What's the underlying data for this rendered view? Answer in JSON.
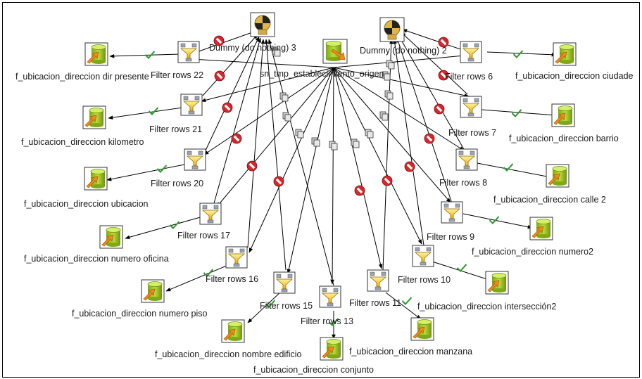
{
  "canvas": {
    "source": "sn_tmp_establecimiento_origen",
    "dummies": [
      "Dummy (do nothing) 3",
      "Dummy (do nothing) 2"
    ],
    "filters": [
      "Filter rows 22",
      "Filter rows 21",
      "Filter rows 20",
      "Filter rows 17",
      "Filter rows 16",
      "Filter rows 15",
      "Filter rows 13",
      "Filter rows 11",
      "Filter rows 10",
      "Filter rows 9",
      "Filter rows 8",
      "Filter rows 7",
      "Filter rows 6"
    ],
    "outputs": [
      "f_ubicacion_direccion dir presente",
      "f_ubicacion_direccion kilometro",
      "f_ubicacion_direccion ubicacion",
      "f_ubicacion_direccion numero oficina",
      "f_ubicacion_direccion numero piso",
      "f_ubicacion_direccion nombre edificio",
      "f_ubicacion_direccion conjunto",
      "f_ubicacion_direccion manzana",
      "f_ubicacion_direccion intersección2",
      "f_ubicacion_direccion numero2",
      "f_ubicacion_direccion calle 2",
      "f_ubicacion_direccion barrio",
      "f_ubicacion_direccion ciudade"
    ],
    "icons": {
      "source": "table-input-icon",
      "dummy": "dummy-icon",
      "filter": "filter-funnel-icon",
      "output": "table-output-icon",
      "ok_hop": "checkmark-icon",
      "error_hop": "no-entry-icon",
      "copy_hop": "copy-rows-icon"
    },
    "colors": {
      "cylinder": "#9bc21c",
      "arrow": "#f08a1e",
      "ok": "#2e9b2e",
      "error": "#d7262c",
      "funnel": "#f6c21a"
    }
  }
}
